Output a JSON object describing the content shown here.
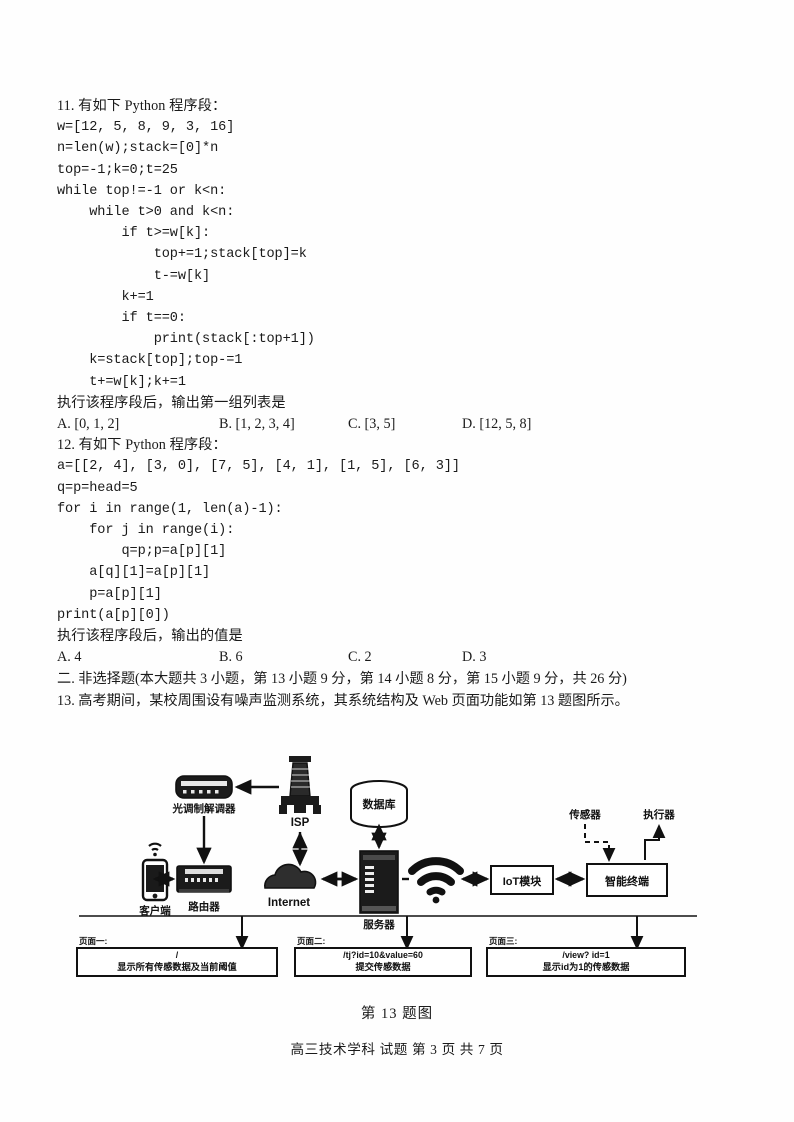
{
  "document": {
    "caption": "第 13 题图",
    "footer": "高三技术学科  试题   第 3 页 共 7 页"
  },
  "question11": {
    "stem": "11. 有如下 Python 程序段：",
    "code": [
      "w=[12, 5, 8, 9, 3, 16]",
      "n=len(w);stack=[0]*n",
      "top=-1;k=0;t=25",
      "while top!=-1 or k<n:",
      "    while t>0 and k<n:",
      "        if t>=w[k]:",
      "            top+=1;stack[top]=k",
      "            t-=w[k]",
      "        k+=1",
      "        if t==0:",
      "            print(stack[:top+1])",
      "    k=stack[top];top-=1",
      "    t+=w[k];k+=1"
    ],
    "prompt": "执行该程序段后，输出第一组列表是",
    "options": [
      "A. [0, 1, 2]",
      "B. [1, 2, 3, 4]",
      "C. [3, 5]",
      "D. [12, 5, 8]"
    ]
  },
  "question12": {
    "stem": "12. 有如下 Python 程序段：",
    "code": [
      "a=[[2, 4], [3, 0], [7, 5], [4, 1], [1, 5], [6, 3]]",
      "q=p=head=5",
      "for i in range(1, len(a)-1):",
      "    for j in range(i):",
      "        q=p;p=a[p][1]",
      "    a[q][1]=a[p][1]",
      "    p=a[p][1]",
      "print(a[p][0])"
    ],
    "prompt": "执行该程序段后，输出的值是",
    "options": [
      "A. 4",
      "B. 6",
      "C. 2",
      "D. 3"
    ]
  },
  "section2": {
    "heading": "二. 非选择题(本大题共 3 小题，第 13 小题 9 分，第 14 小题 8 分，第 15 小题 9 分，共 26 分)"
  },
  "question13": {
    "stem": "13. 高考期间，某校周围设有噪声监测系统，其系统结构及 Web 页面功能如第 13 题图所示。"
  },
  "diagram": {
    "nodes": {
      "client": "客户端",
      "router": "路由器",
      "modem": "光调制解调器",
      "isp": "ISP",
      "internet": "Internet",
      "database": "数据库",
      "server": "服务器",
      "iot_module": "IoT模块",
      "smart_terminal": "智能终端",
      "sensor": "传感器",
      "actuator": "执行器"
    },
    "pages": [
      {
        "label": "页面一:",
        "url": "/",
        "desc": "显示所有传感数据及当前阈值"
      },
      {
        "label": "页面二:",
        "url": "/tj?id=10&value=60",
        "desc": "提交传感数据"
      },
      {
        "label": "页面三:",
        "url": "/view? id=1",
        "desc": "显示id为1的传感数据"
      }
    ]
  }
}
